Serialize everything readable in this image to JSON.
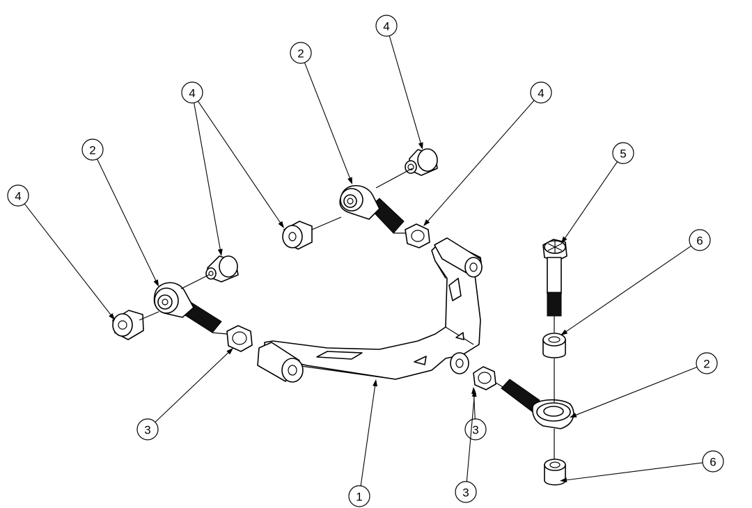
{
  "diagram": {
    "callouts": [
      {
        "label": "4"
      },
      {
        "label": "2"
      },
      {
        "label": "4"
      },
      {
        "label": "3"
      },
      {
        "label": "4"
      },
      {
        "label": "2"
      },
      {
        "label": "4"
      },
      {
        "label": "5"
      },
      {
        "label": "6"
      },
      {
        "label": "2"
      },
      {
        "label": "3"
      },
      {
        "label": "3"
      },
      {
        "label": "1"
      },
      {
        "label": "6"
      }
    ]
  }
}
